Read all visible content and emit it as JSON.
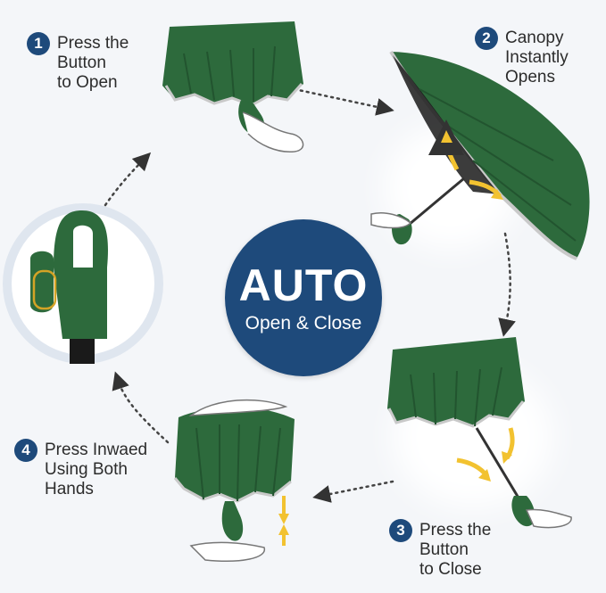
{
  "center": {
    "title": "AUTO",
    "subtitle": "Open & Close"
  },
  "steps": [
    {
      "number": "1",
      "label": "Press the\nButton\nto Open"
    },
    {
      "number": "2",
      "label": "Canopy\nInstantly\nOpens"
    },
    {
      "number": "3",
      "label": "Press the\nButton\nto Close"
    },
    {
      "number": "4",
      "label": "Press Inwaed\nUsing Both\nHands"
    }
  ],
  "colors": {
    "badge": "#1e4a7b",
    "canopy": "#2d6a3c",
    "canopy_dark": "#22542f",
    "arrow_yellow": "#f2c230",
    "lining": "#1a1a1a"
  }
}
